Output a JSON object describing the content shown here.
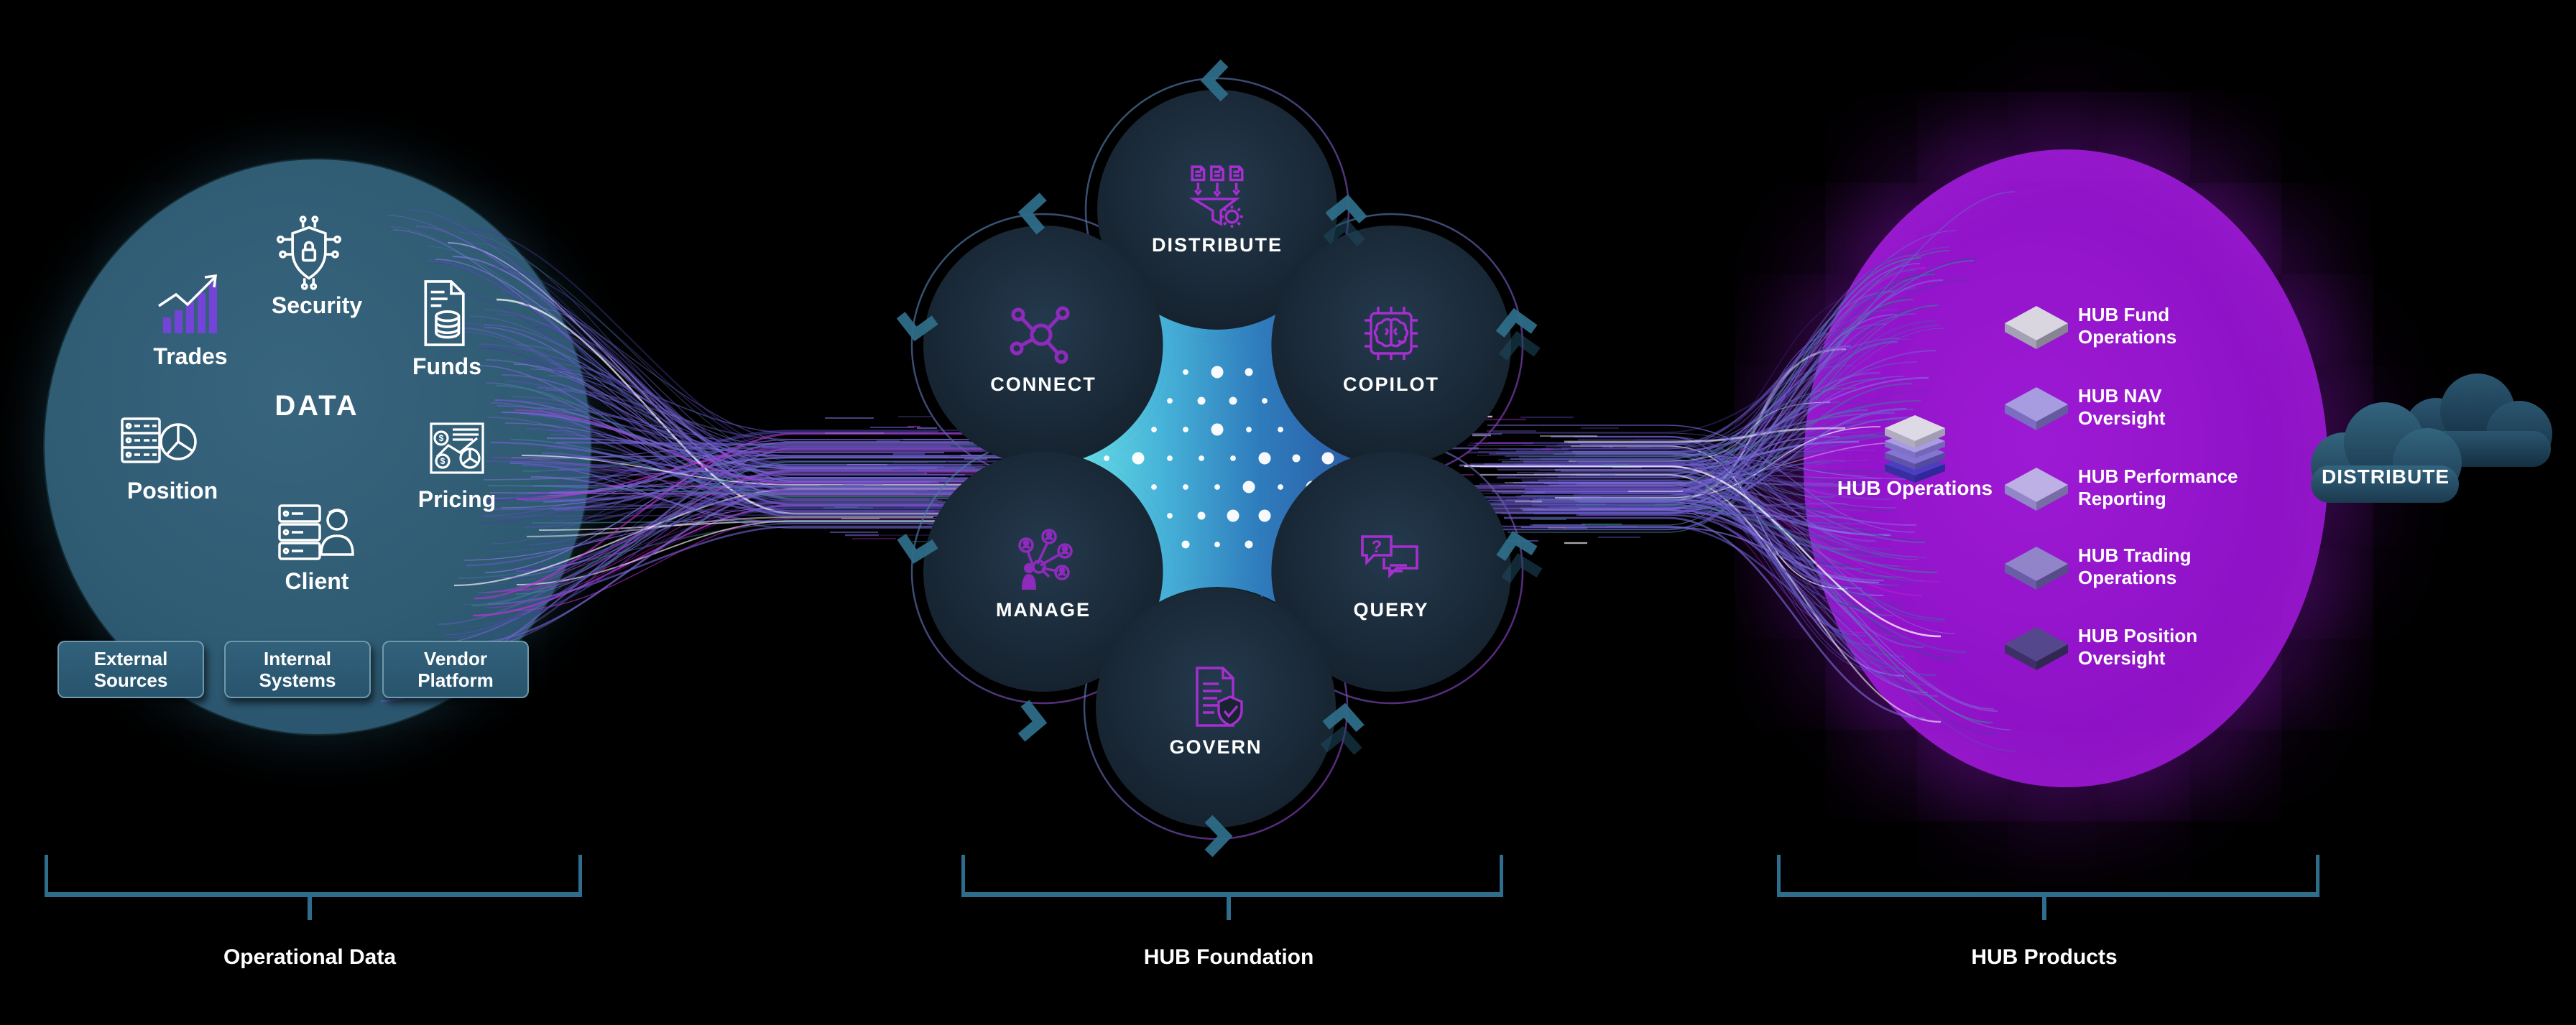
{
  "colors": {
    "background": "#000000",
    "operational_circle": "#2e5a72",
    "hub_circle_dark": "#18242f",
    "hub_icon_purple": "#a62fd0",
    "cushion_teal": "#55d2e0",
    "cushion_blue": "#2a5fa8",
    "stream_purple": "#5a4fb8",
    "stream_magenta": "#c42fd8",
    "arrow_teal": "#2e6d88",
    "bracket_teal": "#2e6e8c",
    "products_circle": "#9013c9",
    "cloud_teal": "#1d3c51"
  },
  "icon_glyphs": {
    "question": "?",
    "dollar": "$"
  },
  "operational_data": {
    "section_label": "Operational Data",
    "center_label": "DATA",
    "data_types": [
      {
        "label": "Trades",
        "icon": "bar-chart-trend-icon"
      },
      {
        "label": "Security",
        "icon": "shield-lock-circuit-icon"
      },
      {
        "label": "Funds",
        "icon": "fund-document-database-icon"
      },
      {
        "label": "Position",
        "icon": "server-pie-chart-icon"
      },
      {
        "label": "Pricing",
        "icon": "price-chart-dollar-icon"
      },
      {
        "label": "Client",
        "icon": "server-person-icon"
      }
    ],
    "sources": [
      {
        "label": "External\nSources"
      },
      {
        "label": "Internal\nSystems"
      },
      {
        "label": "Vendor\nPlatform"
      }
    ]
  },
  "hub_foundation": {
    "section_label": "HUB Foundation",
    "modules": [
      {
        "label": "DISTRIBUTE",
        "icon": "funnel-documents-icon"
      },
      {
        "label": "CONNECT",
        "icon": "network-nodes-icon"
      },
      {
        "label": "COPILOT",
        "icon": "chip-brain-icon"
      },
      {
        "label": "MANAGE",
        "icon": "people-management-icon"
      },
      {
        "label": "QUERY",
        "icon": "chat-question-icon"
      },
      {
        "label": "GOVERN",
        "icon": "document-shield-check-icon"
      }
    ]
  },
  "hub_products": {
    "section_label": "HUB Products",
    "platform": {
      "label": "HUB Operations",
      "icon": "layer-stack-icon"
    },
    "products": [
      {
        "label": "HUB Fund\nOperations",
        "tile_top": "#d9d6e0",
        "tile_side": "#a5a1b5"
      },
      {
        "label": "HUB NAV\nOversight",
        "tile_top": "#a89ce0",
        "tile_side": "#7b6ec0"
      },
      {
        "label": "HUB Performance\nReporting",
        "tile_top": "#bcb0e4",
        "tile_side": "#9286c8"
      },
      {
        "label": "HUB Trading\nOperations",
        "tile_top": "#9184c8",
        "tile_side": "#6a5da8"
      },
      {
        "label": "HUB Position\nOversight",
        "tile_top": "#55478c",
        "tile_side": "#3c3066"
      }
    ],
    "cloud_label": "DISTRIBUTE"
  }
}
